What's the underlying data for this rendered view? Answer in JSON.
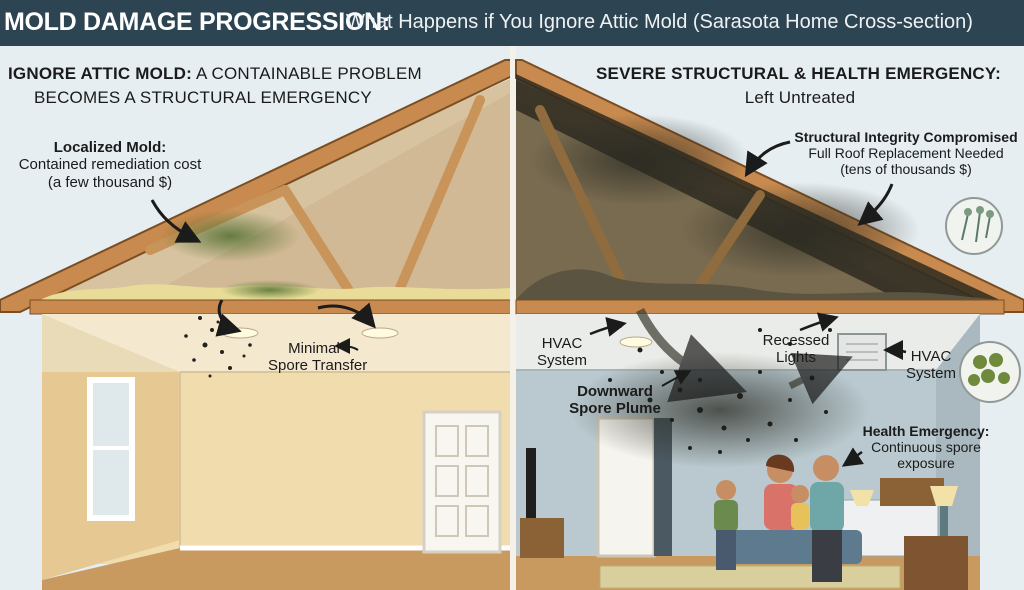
{
  "title": {
    "bold": "MOLD DAMAGE PROGRESSION:",
    "rest": "What Happens if You Ignore Attic Mold (Sarasota Home Cross-section)"
  },
  "left": {
    "heading_bold": "IGNORE ATTIC MOLD:",
    "heading_rest": "A CONTAINABLE PROBLEM",
    "heading_line2": "BECOMES A STRUCTURAL EMERGENCY",
    "localized_title": "Localized Mold:",
    "localized_line1": "Contained remediation cost",
    "localized_line2": "(a few thousand $)",
    "minimal_line1": "Minimal",
    "minimal_line2": "Spore Transfer"
  },
  "right": {
    "heading": "SEVERE STRUCTURAL & HEALTH EMERGENCY:",
    "subheading": "Left Untreated",
    "structural_title": "Structural Integrity Compromised",
    "structural_line1": "Full Roof Replacement Needed",
    "structural_line2": "(tens of thousands $)",
    "hvac_left_line1": "HVAC",
    "hvac_left_line2": "System",
    "recessed_line1": "Recessed",
    "recessed_line2": "Lights",
    "hvac_right_line1": "HVAC",
    "hvac_right_line2": "System",
    "plume_line1": "Downward",
    "plume_line2": "Spore Plume",
    "health_title": "Health Emergency:",
    "health_line1": "Continuous spore",
    "health_line2": "exposure"
  },
  "colors": {
    "title_bar": "#2d4452",
    "sky": "#e6eef2",
    "roof_wood": "#c88a4e",
    "wall_left": "#f1dcae",
    "wall_right": "#b9c9cf",
    "floor": "#c99a60",
    "mold": "#3b3b2a",
    "insulation": "#e8dc98"
  }
}
